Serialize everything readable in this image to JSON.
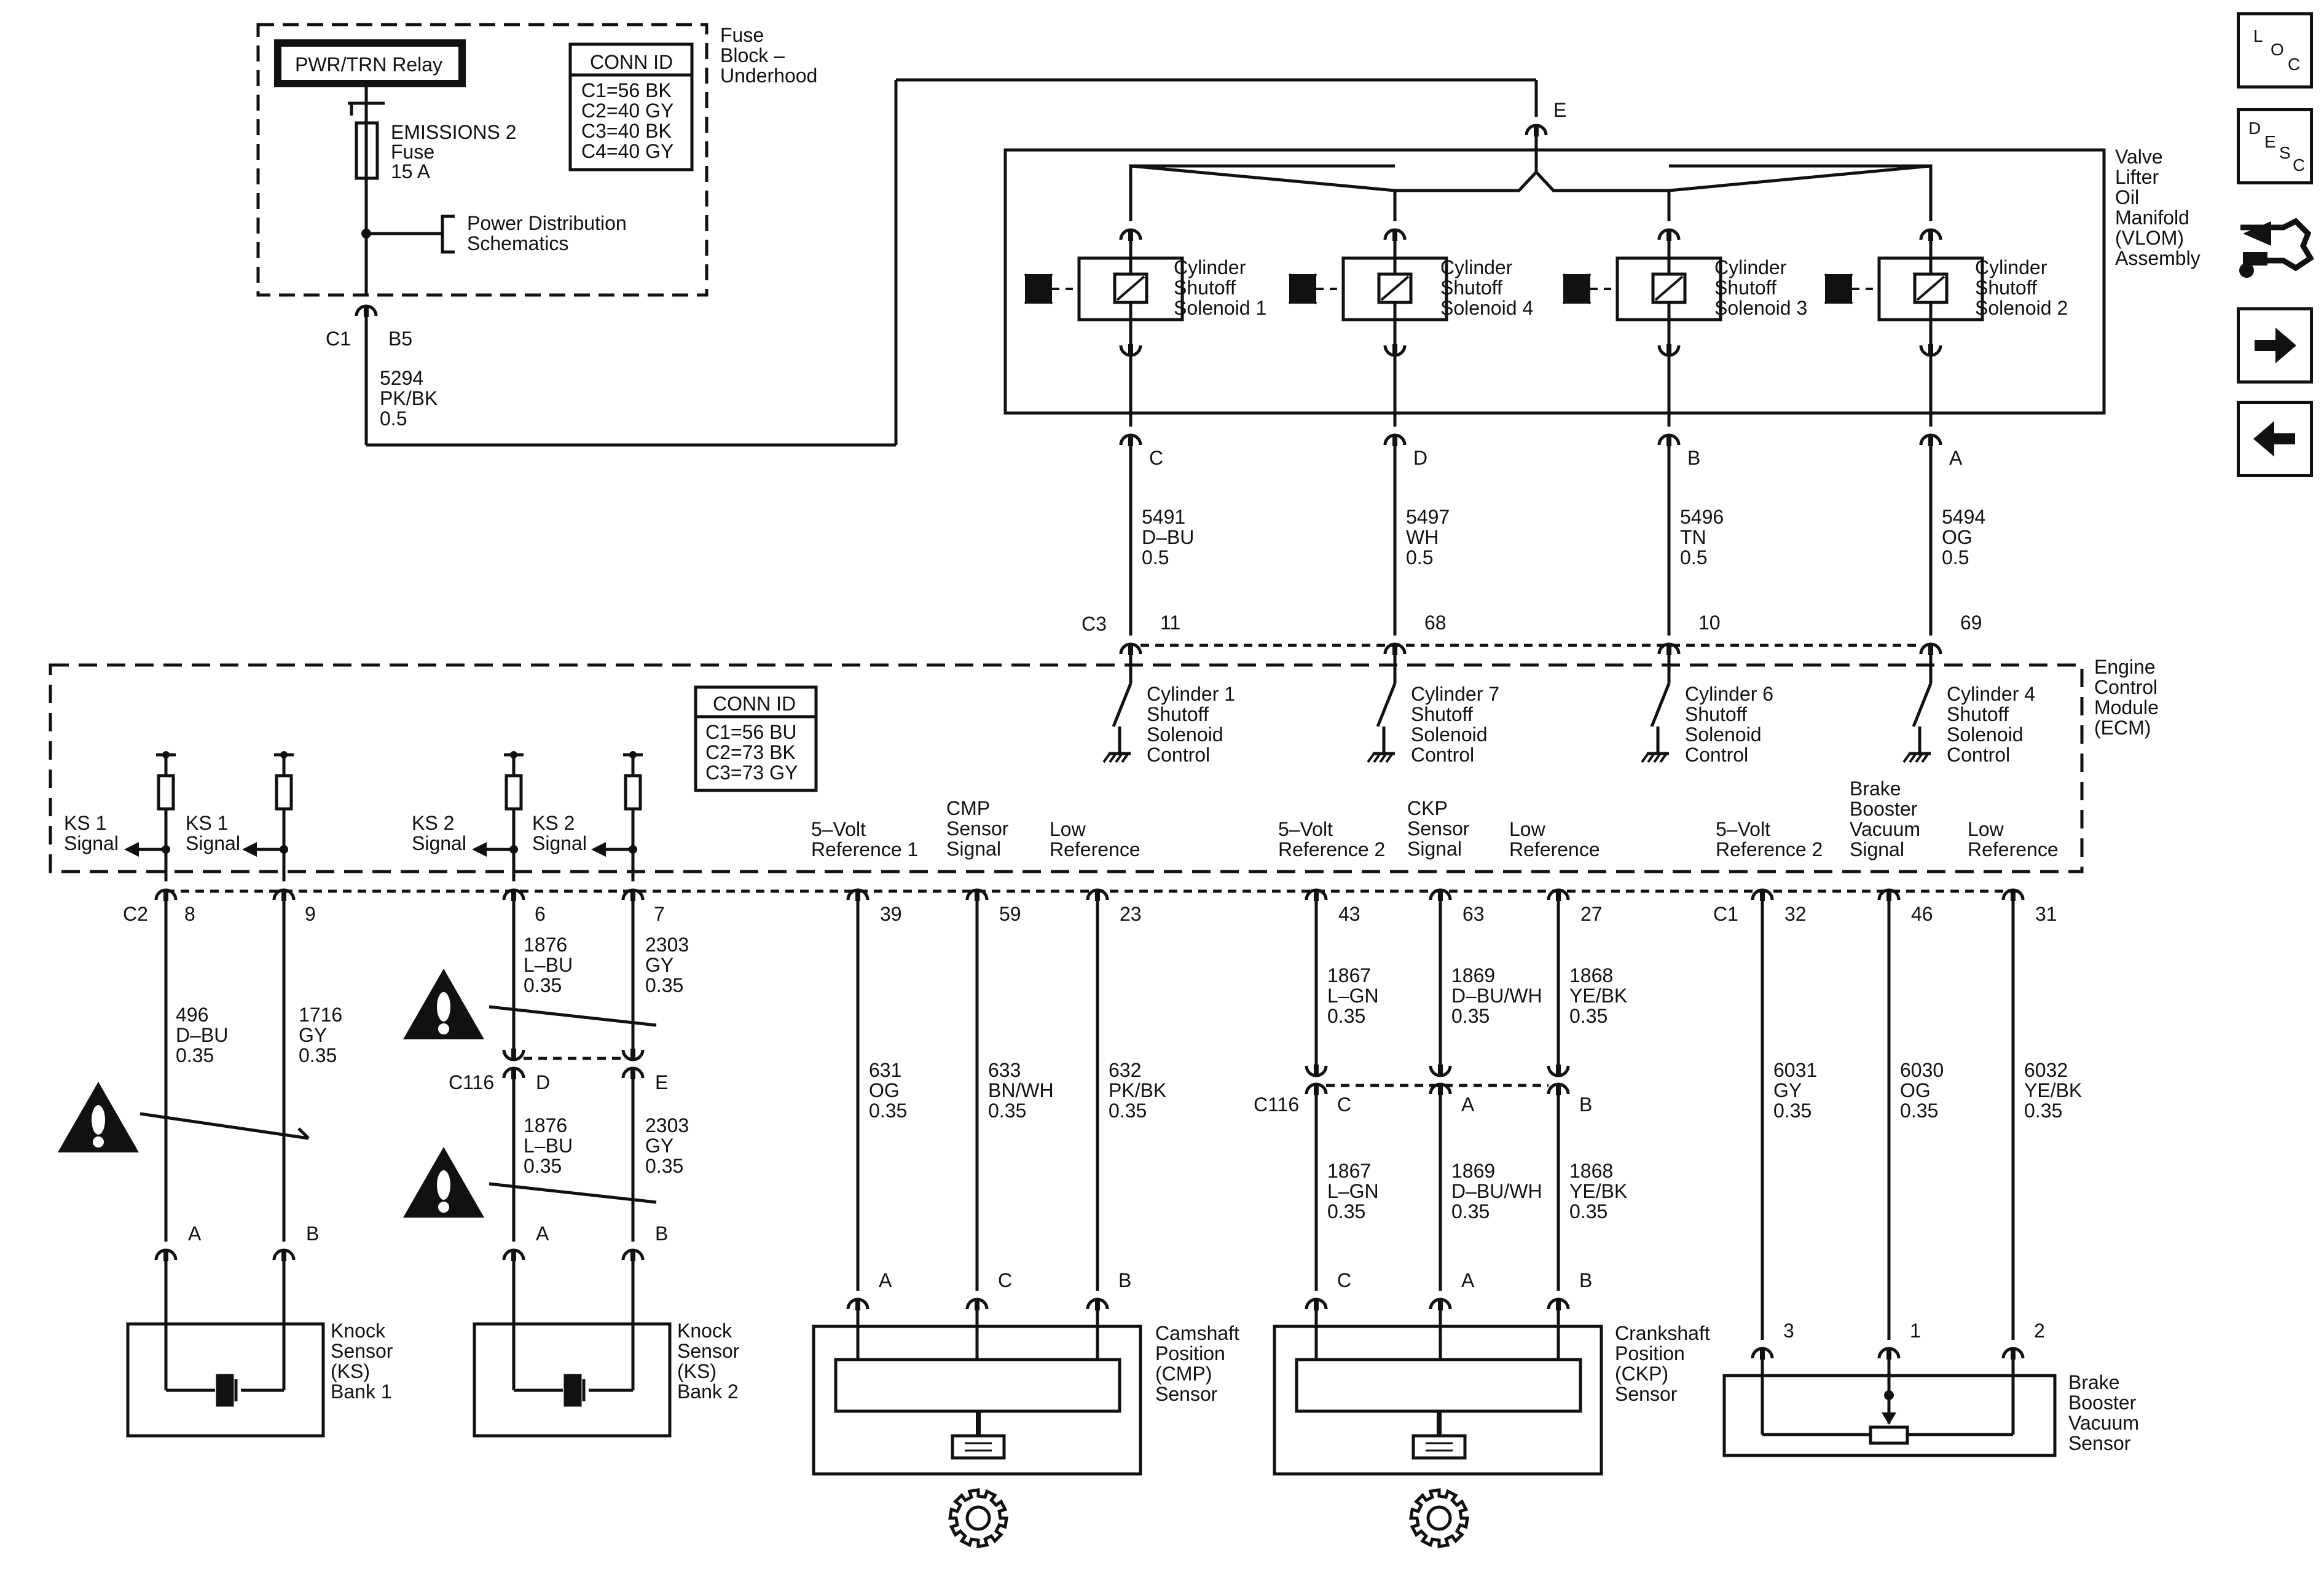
{
  "fuse_block": {
    "relay": "PWR/TRN Relay",
    "fuse_name": "EMISSIONS 2",
    "fuse_word": "Fuse",
    "fuse_rating": "15 A",
    "power_dist": [
      "Power Distribution",
      "Schematics"
    ],
    "name": [
      "Fuse",
      "Block –",
      "Underhood"
    ],
    "conn_title": "CONN ID",
    "conn": [
      "C1=56 BK",
      "C2=40 GY",
      "C3=40 BK",
      "C4=40 GY"
    ],
    "out_conn": "C1",
    "out_pin": "B5",
    "out_wire": [
      "5294",
      "PK/BK",
      "0.5"
    ]
  },
  "vlom": {
    "name": [
      "Valve",
      "Lifter",
      "Oil",
      "Manifold",
      "(VLOM)",
      "Assembly"
    ],
    "feed_pin": "E",
    "solenoids": [
      {
        "label": [
          "Cylinder",
          "Shutoff",
          "Solenoid 1"
        ],
        "pin": "C",
        "wire": [
          "5491",
          "D–BU",
          "0.5"
        ],
        "ecm_pin": "11",
        "ecm_label": [
          "Cylinder 1",
          "Shutoff",
          "Solenoid",
          "Control"
        ]
      },
      {
        "label": [
          "Cylinder",
          "Shutoff",
          "Solenoid 4"
        ],
        "pin": "D",
        "wire": [
          "5497",
          "WH",
          "0.5"
        ],
        "ecm_pin": "68",
        "ecm_label": [
          "Cylinder 7",
          "Shutoff",
          "Solenoid",
          "Control"
        ]
      },
      {
        "label": [
          "Cylinder",
          "Shutoff",
          "Solenoid 3"
        ],
        "pin": "B",
        "wire": [
          "5496",
          "TN",
          "0.5"
        ],
        "ecm_pin": "10",
        "ecm_label": [
          "Cylinder 6",
          "Shutoff",
          "Solenoid",
          "Control"
        ]
      },
      {
        "label": [
          "Cylinder",
          "Shutoff",
          "Solenoid 2"
        ],
        "pin": "A",
        "wire": [
          "5494",
          "OG",
          "0.5"
        ],
        "ecm_pin": "69",
        "ecm_label": [
          "Cylinder 4",
          "Shutoff",
          "Solenoid",
          "Control"
        ]
      }
    ],
    "ecm_conn": "C3"
  },
  "ecm": {
    "name": [
      "Engine",
      "Control",
      "Module",
      "(ECM)"
    ],
    "conn_title": "CONN ID",
    "conn": [
      "C1=56 BU",
      "C2=73 BK",
      "C3=73 GY"
    ],
    "bottom_conn_c2": "C2",
    "bottom_conn_c1": "C1",
    "ks_labels": [
      [
        "KS 1",
        "Signal"
      ],
      [
        "KS 1",
        "Signal"
      ],
      [
        "KS 2",
        "Signal"
      ],
      [
        "KS 2",
        "Signal"
      ]
    ],
    "cmp_labels": [
      [
        "5–Volt",
        "Reference 1"
      ],
      [
        "CMP",
        "Sensor",
        "Signal"
      ],
      [
        "Low",
        "Reference"
      ]
    ],
    "ckp_labels": [
      [
        "5–Volt",
        "Reference 2"
      ],
      [
        "CKP",
        "Sensor",
        "Signal"
      ],
      [
        "Low",
        "Reference"
      ]
    ],
    "bbv_labels": [
      [
        "5–Volt",
        "Reference 2"
      ],
      [
        "Brake",
        "Booster",
        "Vacuum",
        "Signal"
      ],
      [
        "Low",
        "Reference"
      ]
    ]
  },
  "ks1": {
    "pins": [
      "8",
      "9"
    ],
    "wires": [
      [
        "496",
        "D–BU",
        "0.35"
      ],
      [
        "1716",
        "GY",
        "0.35"
      ]
    ],
    "sensor_pins": [
      "A",
      "B"
    ],
    "sensor": [
      "Knock",
      "Sensor",
      "(KS)",
      "Bank 1"
    ]
  },
  "ks2": {
    "pins": [
      "6",
      "7"
    ],
    "wires_top": [
      [
        "1876",
        "L–BU",
        "0.35"
      ],
      [
        "2303",
        "GY",
        "0.35"
      ]
    ],
    "inline_conn": "C116",
    "inline_pins": [
      "D",
      "E"
    ],
    "wires_bottom": [
      [
        "1876",
        "L–BU",
        "0.35"
      ],
      [
        "2303",
        "GY",
        "0.35"
      ]
    ],
    "sensor_pins": [
      "A",
      "B"
    ],
    "sensor": [
      "Knock",
      "Sensor",
      "(KS)",
      "Bank 2"
    ]
  },
  "cmp": {
    "pins": [
      "39",
      "59",
      "23"
    ],
    "wires": [
      [
        "631",
        "OG",
        "0.35"
      ],
      [
        "633",
        "BN/WH",
        "0.35"
      ],
      [
        "632",
        "PK/BK",
        "0.35"
      ]
    ],
    "sensor_pins": [
      "A",
      "C",
      "B"
    ],
    "sensor": [
      "Camshaft",
      "Position",
      "(CMP)",
      "Sensor"
    ]
  },
  "ckp": {
    "pins": [
      "43",
      "63",
      "27"
    ],
    "wires_top": [
      [
        "1867",
        "L–GN",
        "0.35"
      ],
      [
        "1869",
        "D–BU/WH",
        "0.35"
      ],
      [
        "1868",
        "YE/BK",
        "0.35"
      ]
    ],
    "inline_conn": "C116",
    "inline_pins": [
      "C",
      "A",
      "B"
    ],
    "wires_bottom": [
      [
        "1867",
        "L–GN",
        "0.35"
      ],
      [
        "1869",
        "D–BU/WH",
        "0.35"
      ],
      [
        "1868",
        "YE/BK",
        "0.35"
      ]
    ],
    "sensor_pins": [
      "C",
      "A",
      "B"
    ],
    "sensor": [
      "Crankshaft",
      "Position",
      "(CKP)",
      "Sensor"
    ]
  },
  "bbv": {
    "pins": [
      "32",
      "46",
      "31"
    ],
    "wires": [
      [
        "6031",
        "GY",
        "0.35"
      ],
      [
        "6030",
        "OG",
        "0.35"
      ],
      [
        "6032",
        "YE/BK",
        "0.35"
      ]
    ],
    "sensor_pins": [
      "3",
      "1",
      "2"
    ],
    "sensor": [
      "Brake",
      "Booster",
      "Vacuum",
      "Sensor"
    ]
  },
  "nav": {
    "loc": [
      "L",
      "O",
      "C"
    ],
    "desc": [
      "D",
      "E",
      "S",
      "C"
    ],
    "icons": [
      "component-view-icon",
      "next-arrow-icon",
      "previous-arrow-icon"
    ]
  }
}
